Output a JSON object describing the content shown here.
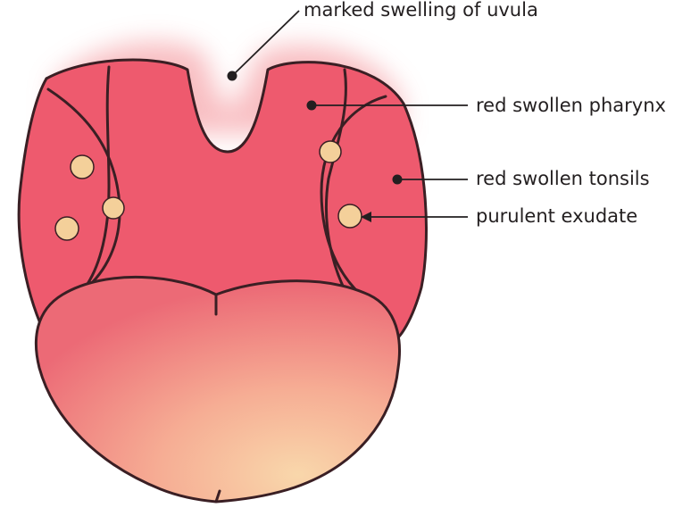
{
  "labels": {
    "uvula": "marked swelling of uvula",
    "pharynx": "red swollen pharynx",
    "tonsils": "red swollen tonsils",
    "exudate": "purulent exudate"
  },
  "colors": {
    "mucosa": "#ee5a6e",
    "glow": "#f6a9ae",
    "outline": "#3a1f24",
    "tongue_dark": "#ec6f78",
    "tongue_light": "#f9d3a9",
    "exudate_fill": "#f4d09a"
  }
}
